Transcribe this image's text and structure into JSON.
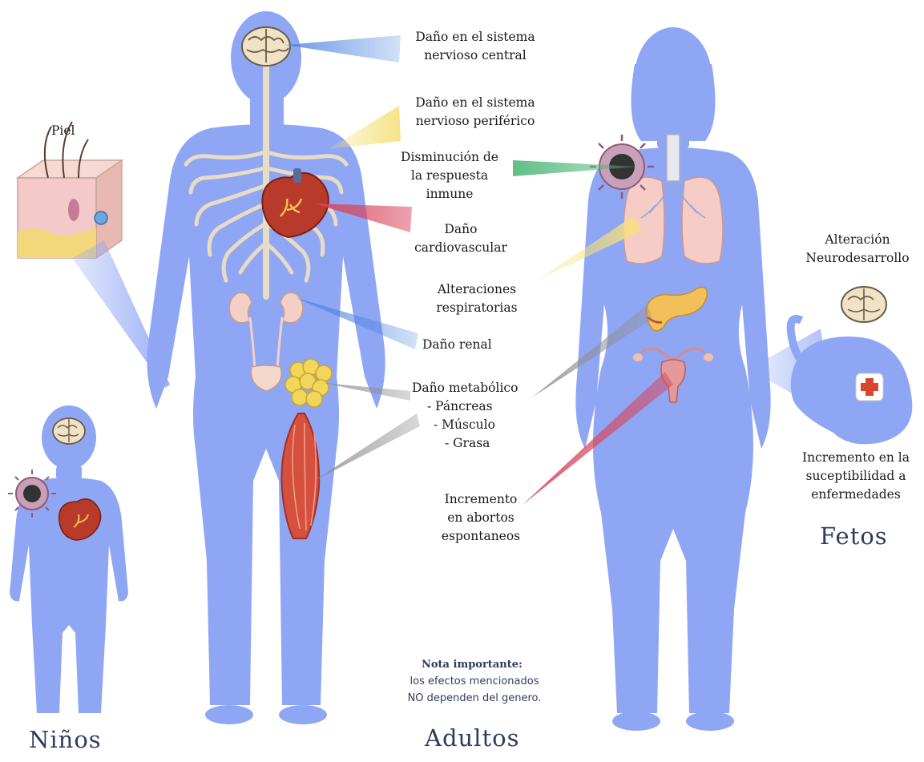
{
  "colors": {
    "body": "#8fa6f4",
    "beam_blue": "#4f86e0",
    "beam_yellow": "#f6e07a",
    "beam_green": "#4fb879",
    "beam_red": "#d9455c",
    "beam_gray": "#8f8f8f",
    "heading": "#2f3d5c"
  },
  "labels": {
    "skin": "Piel",
    "cns": "Daño en el sistema\nnervioso central",
    "pns": "Daño en el sistema\nnervioso periférico",
    "immune": "Disminución de\nla respuesta\ninmune",
    "cardio": "Daño\ncardiovascular",
    "respiratory": "Alteraciones\nrespiratorias",
    "renal": "Daño renal",
    "metabolic_title": "Daño metabólico",
    "metabolic_items": [
      "-   Páncreas",
      "-  Músculo",
      "-   Grasa"
    ],
    "abortion": "Incremento\nen abortos\nespontaneos",
    "neuro": "Alteración\nNeurodesarrollo",
    "susceptibility": "Incremento en la\nsuceptibilidad a\nenfermedades"
  },
  "groups": {
    "children": "Niños",
    "adults": "Adultos",
    "fetuses": "Fetos"
  },
  "note": {
    "title": "Nota importante:",
    "body": "los efectos mencionados\nNO dependen del genero."
  }
}
